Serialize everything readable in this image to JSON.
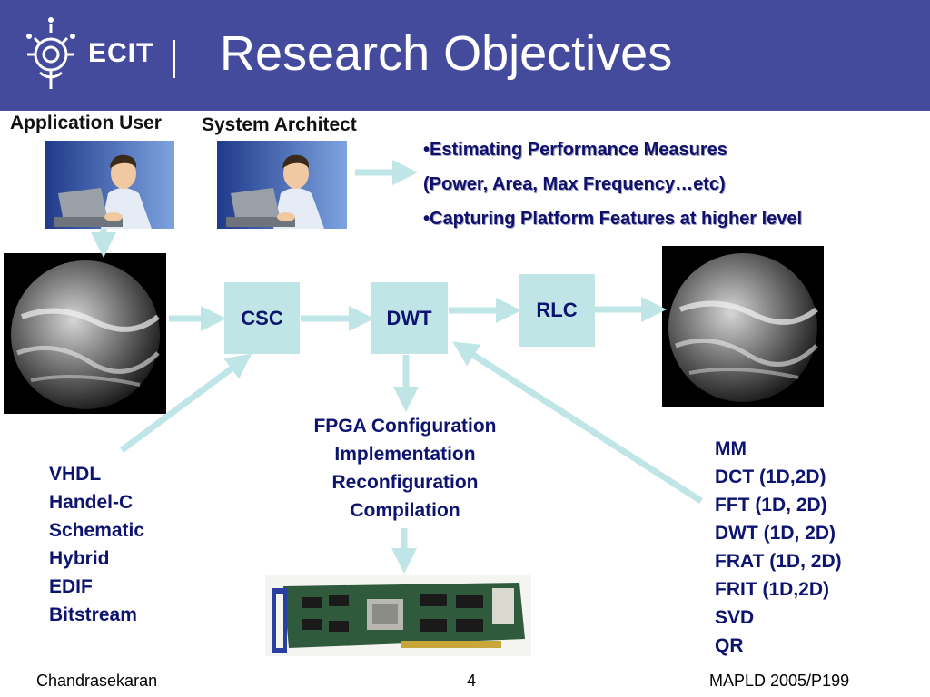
{
  "header": {
    "logo_text": "ECIT",
    "title": "Research Objectives"
  },
  "roles": {
    "application_user": "Application User",
    "system_architect": "System Architect"
  },
  "bullets": {
    "mark": "•",
    "line1": "Estimating Performance Measures",
    "line2": "(Power, Area, Max Frequency…etc)",
    "line3": "Capturing Platform Features at higher level"
  },
  "pipeline": {
    "csc": "CSC",
    "dwt": "DWT",
    "rlc": "RLC"
  },
  "fpga_steps": [
    "FPGA Configuration",
    "Implementation",
    "Reconfiguration",
    "Compilation"
  ],
  "design_entries": [
    "VHDL",
    "Handel-C",
    "Schematic",
    "Hybrid",
    "EDIF",
    "Bitstream"
  ],
  "algorithms": [
    "MM",
    "DCT (1D,2D)",
    "FFT (1D, 2D)",
    "DWT (1D, 2D)",
    "FRAT (1D, 2D)",
    "FRIT (1D,2D)",
    "SVD",
    "QR"
  ],
  "footer": {
    "author": "Chandrasekaran",
    "page": "4",
    "conference": "MAPLD 2005/P199"
  },
  "colors": {
    "header": "#444a9c",
    "arrow": "#bfe5e7",
    "box": "#bfe5e7",
    "text_blue": "#0d1470"
  }
}
